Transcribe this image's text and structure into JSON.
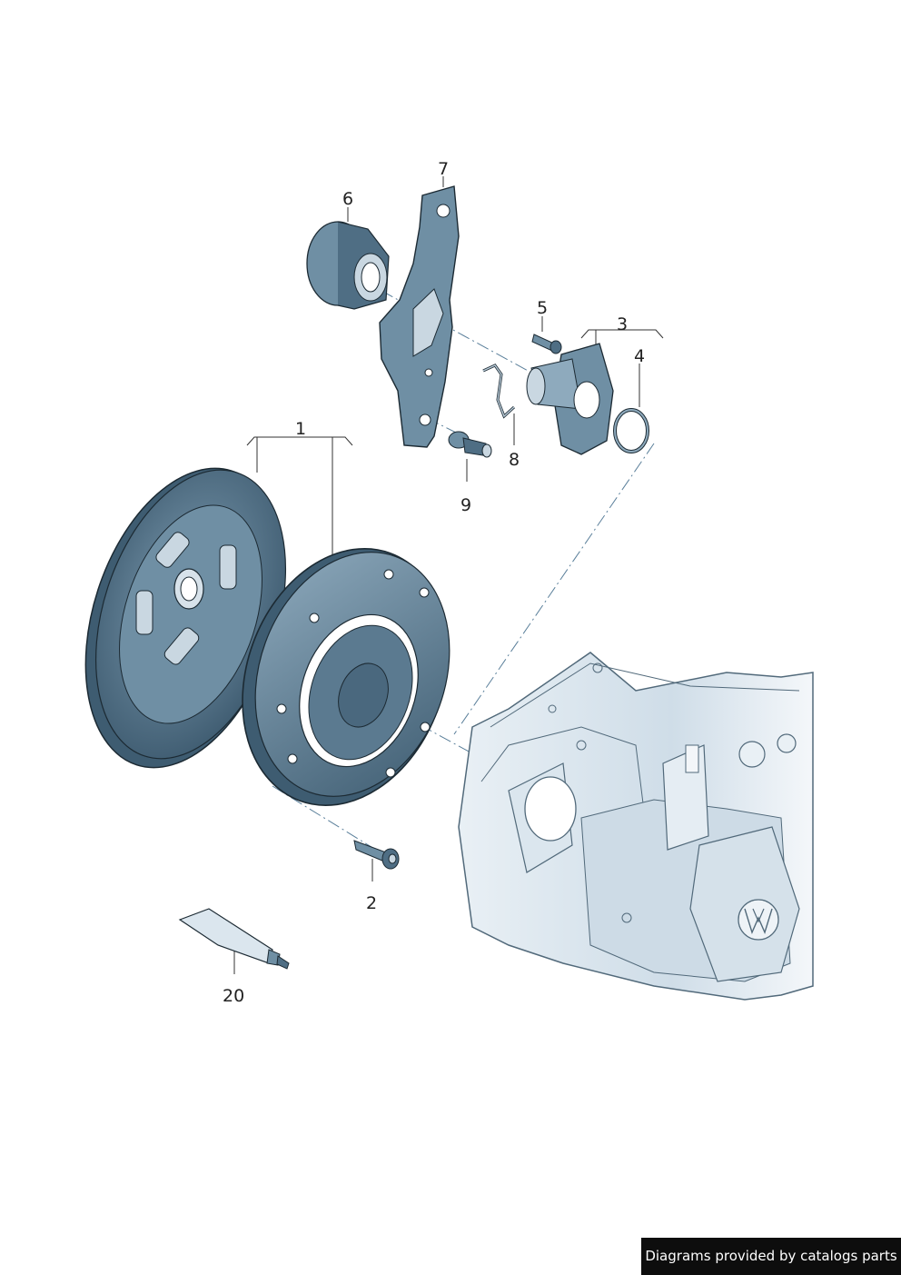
{
  "callouts": {
    "c1": "1",
    "c2": "2",
    "c3": "3",
    "c4": "4",
    "c5": "5",
    "c6": "6",
    "c7": "7",
    "c8": "8",
    "c9": "9",
    "c20": "20"
  },
  "credit": "Diagrams provided by catalogs parts",
  "colors": {
    "part_fill": "#6f8fa4",
    "part_dark": "#4f6e84",
    "part_light": "#b9cbd8",
    "housing_fill": "#d9e5ee",
    "housing_line": "#51697a"
  }
}
